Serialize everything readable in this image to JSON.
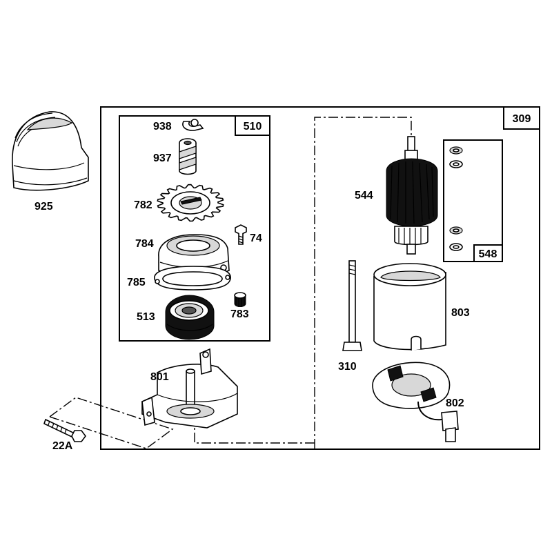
{
  "groups": {
    "main": "309",
    "drive": "510",
    "washers": "548"
  },
  "parts": {
    "p925": "925",
    "p938": "938",
    "p937": "937",
    "p782": "782",
    "p74": "74",
    "p784": "784",
    "p785": "785",
    "p513": "513",
    "p783": "783",
    "p801": "801",
    "p22a": "22A",
    "p544": "544",
    "p803": "803",
    "p310": "310",
    "p802": "802"
  }
}
